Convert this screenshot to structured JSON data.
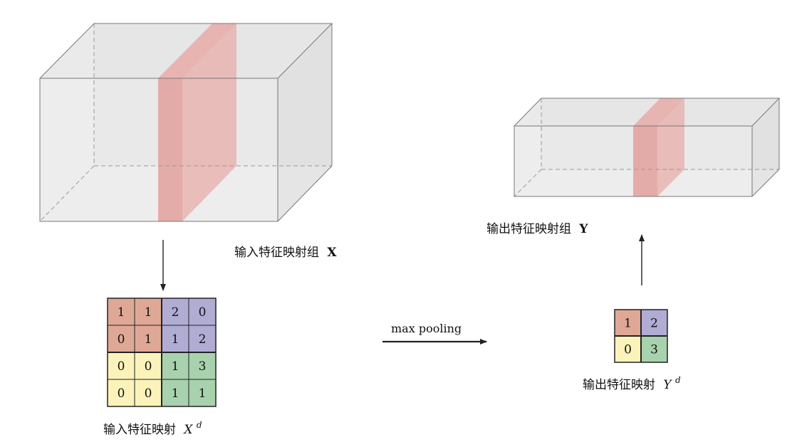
{
  "labels": {
    "input_group": "输入特征映射组",
    "input_group_symbol": "X",
    "output_group": "输出特征映射组",
    "output_group_symbol": "Y",
    "input_map": "输入特征映射",
    "input_map_symbol": "X",
    "input_map_sup": "d",
    "output_map": "输出特征映射",
    "output_map_symbol": "Y",
    "output_map_sup": "d",
    "operation": "max pooling"
  },
  "input_grid": [
    [
      "1",
      "1",
      "2",
      "0"
    ],
    [
      "0",
      "1",
      "1",
      "2"
    ],
    [
      "0",
      "0",
      "1",
      "3"
    ],
    [
      "0",
      "0",
      "1",
      "1"
    ]
  ],
  "output_grid": [
    [
      "1",
      "2"
    ],
    [
      "0",
      "3"
    ]
  ],
  "colors": {
    "region_top_left": "#dfa896",
    "region_top_right": "#b1acd4",
    "region_bottom_left": "#fbf3ba",
    "region_bottom_right": "#a8d2ad",
    "box_fill": "#dcdcdc",
    "slice_fill": "#e7a8a4",
    "line": "#222222"
  }
}
